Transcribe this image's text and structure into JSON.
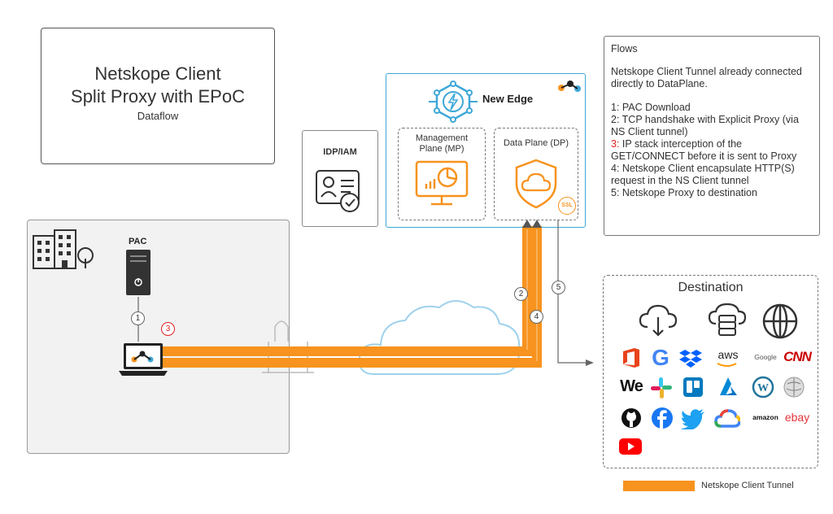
{
  "title": {
    "line1": "Netskope Client",
    "line2": "Split Proxy with EPoC",
    "subtitle": "Dataflow"
  },
  "flows": {
    "heading": "Flows",
    "intro": "Netskope Client Tunnel already connected directly to DataPlane.",
    "step1": "1: PAC Download",
    "step2": "2: TCP handshake with Explicit Proxy (via NS Client tunnel)",
    "step3_num": "3:",
    "step3_text": " IP stack interception of the GET/CONNECT before it is sent to Proxy",
    "step4": "4: Netskope Client encapsulate HTTP(S) request in the NS Client tunnel",
    "step5": "5: Netskope Proxy to destination"
  },
  "idp": {
    "label": "IDP/IAM"
  },
  "new_edge": {
    "label": "New Edge",
    "mgmt_plane": "Management Plane (MP)",
    "data_plane": "Data Plane (DP)",
    "ssl": "SSL"
  },
  "campus": {
    "pac_label": "PAC"
  },
  "markers": {
    "m1": "1",
    "m2": "2",
    "m3": "3",
    "m4": "4",
    "m5": "5"
  },
  "destination": {
    "heading": "Destination",
    "aws": "aws",
    "google": "Google",
    "cnn": "CNN",
    "we": "We",
    "amazon": "amazon",
    "ebay": "ebay"
  },
  "legend": {
    "tunnel_label": "Netskope Client Tunnel"
  },
  "colors": {
    "tunnel": "#f7931e",
    "edge_border": "#3ea8d8",
    "accent_red": "#e02020"
  }
}
